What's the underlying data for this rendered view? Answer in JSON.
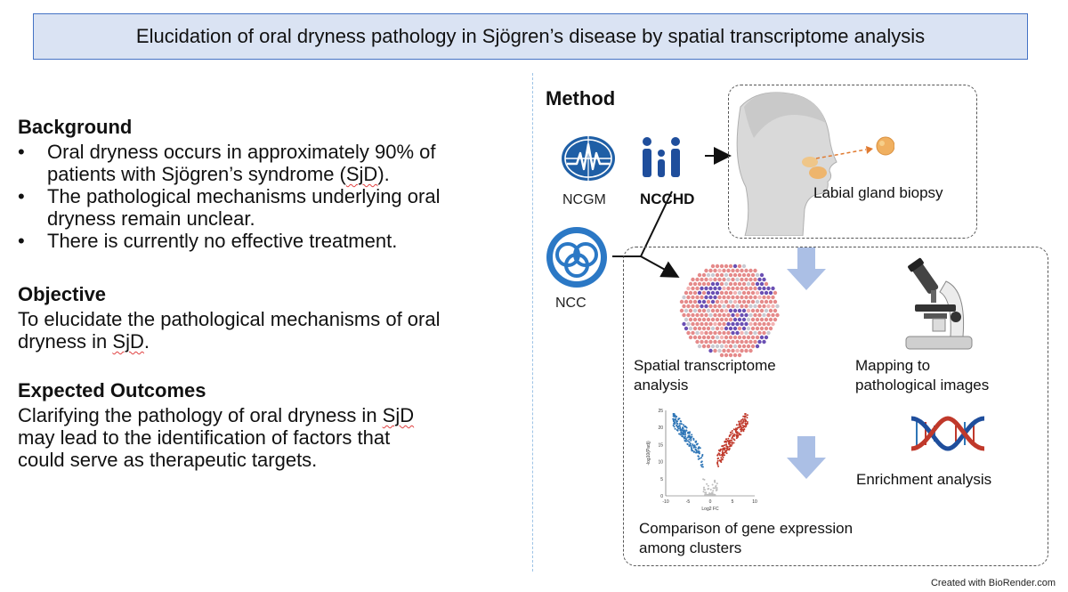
{
  "title": "Elucidation of oral dryness pathology in Sjögren’s disease by spatial transcriptome analysis",
  "background": {
    "heading": "Background",
    "bullets": [
      [
        "Oral dryness occurs in approximately 90% of",
        "patients with Sjögren’s syndrome (",
        "SjD",
        ")."
      ],
      [
        "The pathological mechanisms underlying oral",
        "dryness remain unclear."
      ],
      [
        "There is currently no effective treatment."
      ]
    ]
  },
  "objective": {
    "heading": "Objective",
    "line1": "To elucidate the pathological mechanisms of oral",
    "line2_pre": "dryness in ",
    "line2_sq": "SjD",
    "line2_post": "."
  },
  "outcomes": {
    "heading": "Expected Outcomes",
    "line1_pre": "Clarifying the pathology of oral dryness in ",
    "line1_sq": "SjD",
    "line2": "may lead to the identification of factors that",
    "line3": "could serve as therapeutic targets."
  },
  "method": {
    "heading": "Method",
    "logos": {
      "ncgm": "NCGM",
      "ncchd": "NCCHD",
      "ncc": "NCC"
    },
    "biopsy_label": "Labial gland biopsy",
    "spatial_label": [
      "Spatial transcriptome",
      "analysis"
    ],
    "mapping_label": [
      "Mapping to",
      "pathological images"
    ],
    "enrichment_label": "Enrichment analysis",
    "comparison_label": [
      "Comparison of gene expression",
      "among clusters"
    ],
    "volcano": {
      "yticks": [
        "25",
        "20",
        "15",
        "10",
        "5",
        "0"
      ],
      "xticks": [
        "-10",
        "-5",
        "0",
        "5",
        "10"
      ],
      "xlabel": "Log2 FC",
      "ylabel": "-log10(Padj)"
    }
  },
  "footer": "Created with BioRender.com",
  "colors": {
    "title_bg": "#dae3f3",
    "title_border": "#4472c4",
    "arrow_blue": "#8faadc",
    "ncgm_blue": "#1f5fa6",
    "ncchd_blue": "#1f4e9c",
    "ncc_blue": "#2b78c5",
    "up_red": "#c0392b",
    "down_blue": "#2e75b6"
  }
}
